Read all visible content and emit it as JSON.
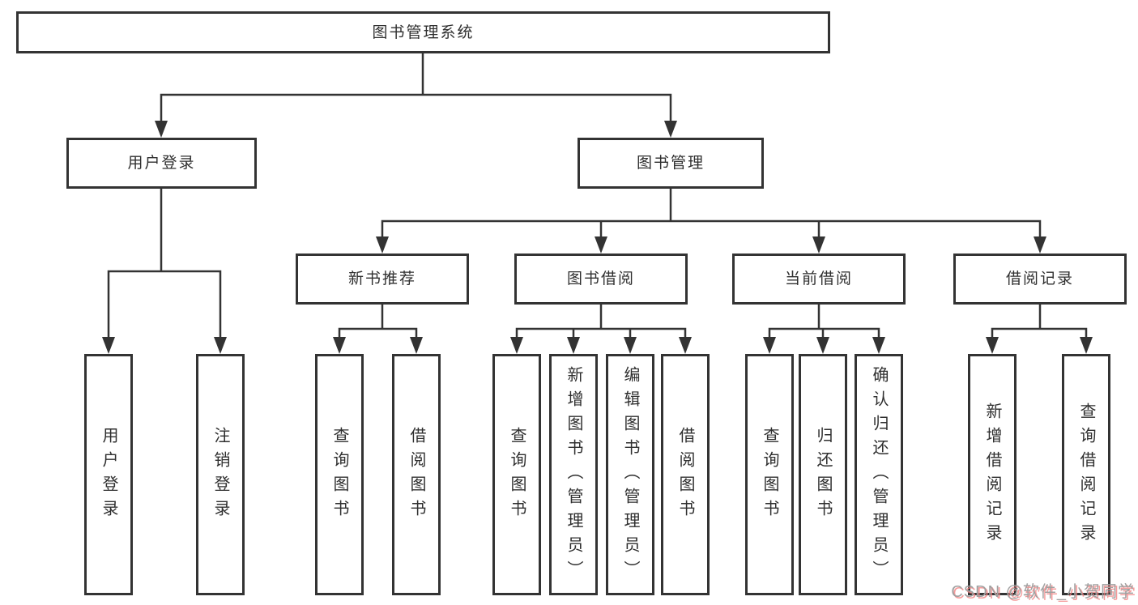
{
  "tree": {
    "root": {
      "label": "图书管理系统"
    },
    "level2": [
      {
        "label": "用户登录"
      },
      {
        "label": "图书管理"
      }
    ],
    "level3": [
      {
        "label": "新书推荐"
      },
      {
        "label": "图书借阅"
      },
      {
        "label": "当前借阅"
      },
      {
        "label": "借阅记录"
      }
    ],
    "leaves": {
      "user_login": [
        {
          "label": "用户登录"
        },
        {
          "label": "注销登录"
        }
      ],
      "new_book": [
        {
          "label": "查询图书"
        },
        {
          "label": "借阅图书"
        }
      ],
      "book_borrow": [
        {
          "label": "查询图书"
        },
        {
          "label": "新增图书（管理员）"
        },
        {
          "label": "编辑图书（管理员）"
        },
        {
          "label": "借阅图书"
        }
      ],
      "current_borrow": [
        {
          "label": "查询图书"
        },
        {
          "label": "归还图书"
        },
        {
          "label": "确认归还（管理员）"
        }
      ],
      "borrow_records": [
        {
          "label": "新增借阅记录"
        },
        {
          "label": "查询借阅记录"
        }
      ]
    }
  },
  "watermark": {
    "text": "CSDN @软件_小贺同学"
  },
  "colors": {
    "line": "#333333",
    "text": "#2f2f2f",
    "box_background": "#ffffff",
    "watermark_text": "#a0a0a0",
    "watermark_shadow": "#f28282"
  }
}
